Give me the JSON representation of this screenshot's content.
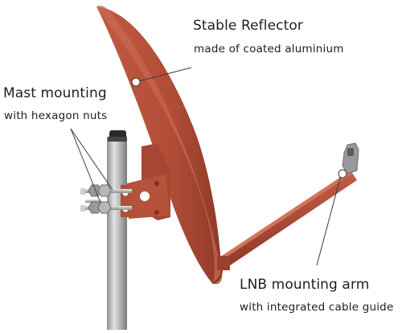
{
  "colors": {
    "reflector": "#b4503a",
    "reflector_dark": "#8f3a28",
    "mast_metal": "#b8b8b8",
    "leader_line": "#3a3a3a",
    "background": "#ffffff"
  },
  "callouts": {
    "reflector": {
      "title": "Stable Reflector",
      "subtitle": "made of coated aluminium"
    },
    "mast": {
      "title": "Mast mounting",
      "subtitle": "with hexagon nuts"
    },
    "lnb_arm": {
      "title": "LNB mounting arm",
      "subtitle": "with integrated cable guide"
    }
  }
}
